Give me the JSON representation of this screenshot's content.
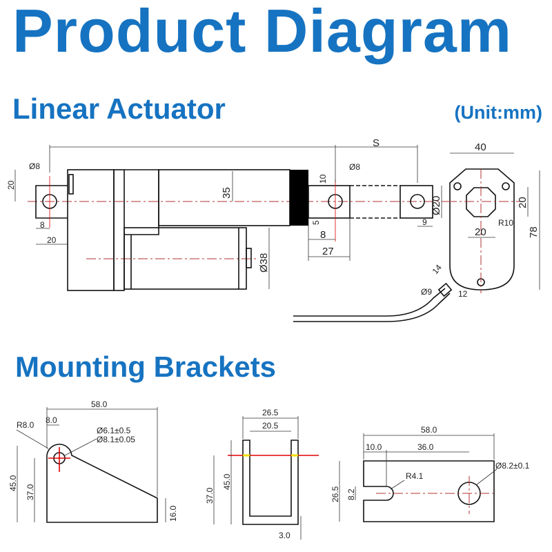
{
  "header": {
    "title": "Product Diagram",
    "section_actuator": "Linear Actuator",
    "unit": "(Unit:mm)",
    "section_brackets": "Mounting Brackets"
  },
  "actuator": {
    "d_hole_left": "Ø8",
    "h20": "20",
    "w8": "8",
    "w20": "20",
    "d35": "35",
    "d38": "Ø38",
    "stroke": "S",
    "d_hole_rod": "Ø8",
    "h10": "10",
    "h5": "5",
    "w8_rod": "8",
    "w27": "27",
    "d20": "Ø20",
    "w9": "9",
    "w40": "40",
    "h20_end": "20",
    "r10": "R10",
    "w20_end": "20",
    "h78": "78",
    "l14": "14",
    "d9": "Ø9",
    "l12": "12"
  },
  "brackets": {
    "b1": {
      "w58": "58.0",
      "w8": "8.0",
      "r8": "R8.0",
      "d61": "Ø6.1±0.5",
      "d81": "Ø8.1±0.05",
      "h45": "45.0",
      "h37": "37.0",
      "h16": "16.0"
    },
    "b2": {
      "w265": "26.5",
      "w205": "20.5",
      "h37": "37.0",
      "h45": "45.0",
      "t3": "3.0"
    },
    "b3": {
      "w58": "58.0",
      "w10": "10.0",
      "w36": "36.0",
      "d82": "Ø8.2±0.1",
      "r41": "R4.1",
      "h265": "26.5",
      "h82": "8.2"
    }
  }
}
